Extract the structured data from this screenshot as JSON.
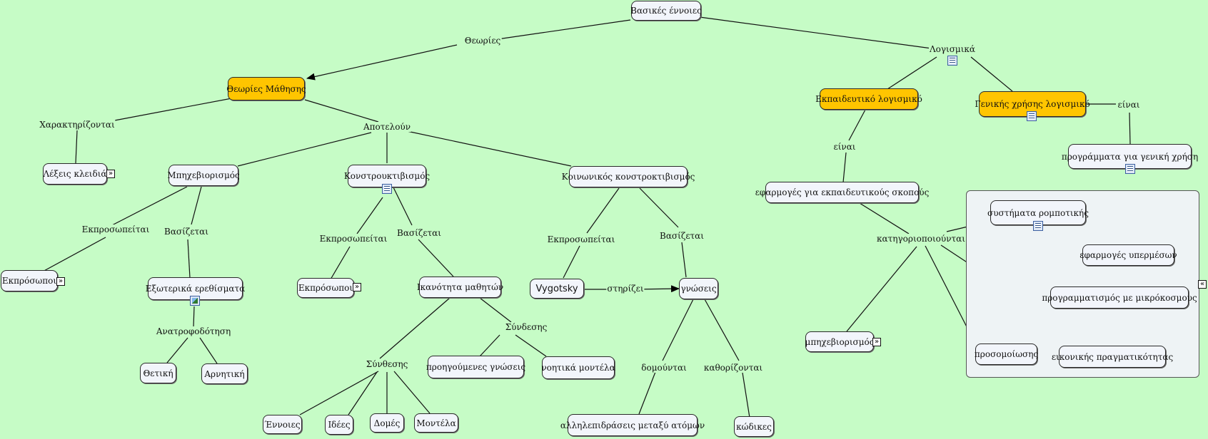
{
  "nodes": {
    "basic": "Βασικές έννοιες",
    "theories_learning": "Θεωρίες Μάθησης",
    "keywords": "Λέξεις κλειδιά",
    "behaviorism": "Μπηχεβιορισμός",
    "constructivism": "Κονστρουκτιβισμός",
    "social_constructivism": "Κοινωνικός κονστροκτιβισμός",
    "representatives_1": "Εκπρόσωποι",
    "external_stimuli": "Εξωτερικά  ερεθίσματα",
    "positive": "Θετική",
    "negative": "Αρνητική",
    "representatives_2": "Εκπρόσωποι",
    "learner_ability": "Ικανότητα μαθητών",
    "prior_knowledge": "προηγούμενες γνώσεις",
    "mental_models": "νοητικά μοντέλα",
    "concepts": "Έννοιες",
    "ideas": "Ιδέες",
    "structures": "Δομές",
    "models": "Μοντέλα",
    "vygotsky": "Vygotsky",
    "knowledge": "γνώσεις",
    "interactions": "αλληλεπιδράσεις μεταξύ ατόμων",
    "codes": "κώδικες",
    "edu_software": "Εκπαιδευτικό λογισμικό",
    "general_software": "Γενικής χρήσης λογισμικό",
    "general_programs": "προγράμματα για γενική χρήση",
    "edu_applications": "εφαρμογές για εκπαιδευτικούς σκοπούς",
    "robotics": "συστήματα ρομποτικής",
    "multimedia": "εφαρμογές υπερμέσων",
    "microworlds": "προγραμματισμός με μικρόκοσμους",
    "simulations": "προσομοίωσης",
    "virtual_reality": "εικονικής πραγματικότητας",
    "behaviorism_2": "μπηχεβιορισμός"
  },
  "links": {
    "theories": "Θεωρίες",
    "software": "Λογισμικά",
    "characterized": "Χαρακτηρίζονται",
    "consist": "Αποτελούν",
    "represented_1": "Εκπροσωπείται",
    "based_1": "Βασίζεται",
    "feedback": "Ανατροφοδότηση",
    "represented_2": "Εκπροσωπείται",
    "based_2": "Βασίζεται",
    "connection": "Σύνδεσης",
    "synthesis": "Σύνθεσης",
    "represented_3": "Εκπροσωπείται",
    "based_3": "Βασίζεται",
    "supports": "στηρίζει",
    "structured": "δομούνται",
    "defined": "καθορίζονται",
    "is_1": "είναι",
    "is_2": "είναι",
    "categorized": "κατηγοριοποιούνται"
  },
  "colors": {
    "background": "#c6fcc6",
    "node": "#f2f5fb",
    "highlight": "#ffc500",
    "group": "#eef3f5"
  },
  "icons": {
    "expand": "double-chevron-right-icon",
    "collapse": "double-chevron-left-icon",
    "resource": "resource-icon",
    "image": "image-icon"
  },
  "glyphs": {
    "expand": "»",
    "collapse": "«"
  }
}
